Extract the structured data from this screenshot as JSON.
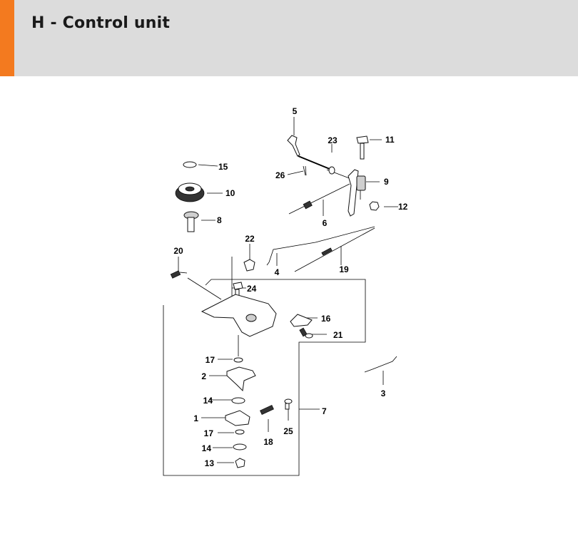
{
  "header": {
    "title": "H - Control unit",
    "accent_color": "#f37a1f",
    "background_color": "#dcdcdc"
  },
  "diagram": {
    "callouts": {
      "p1": "1",
      "p2": "2",
      "p3": "3",
      "p4": "4",
      "p5": "5",
      "p6": "6",
      "p7": "7",
      "p8": "8",
      "p9": "9",
      "p10": "10",
      "p11": "11",
      "p12": "12",
      "p13": "13",
      "p14a": "14",
      "p14b": "14",
      "p15": "15",
      "p16": "16",
      "p17a": "17",
      "p17b": "17",
      "p18": "18",
      "p19": "19",
      "p20": "20",
      "p21": "21",
      "p22": "22",
      "p23": "23",
      "p24": "24",
      "p25": "25",
      "p26": "26"
    }
  }
}
